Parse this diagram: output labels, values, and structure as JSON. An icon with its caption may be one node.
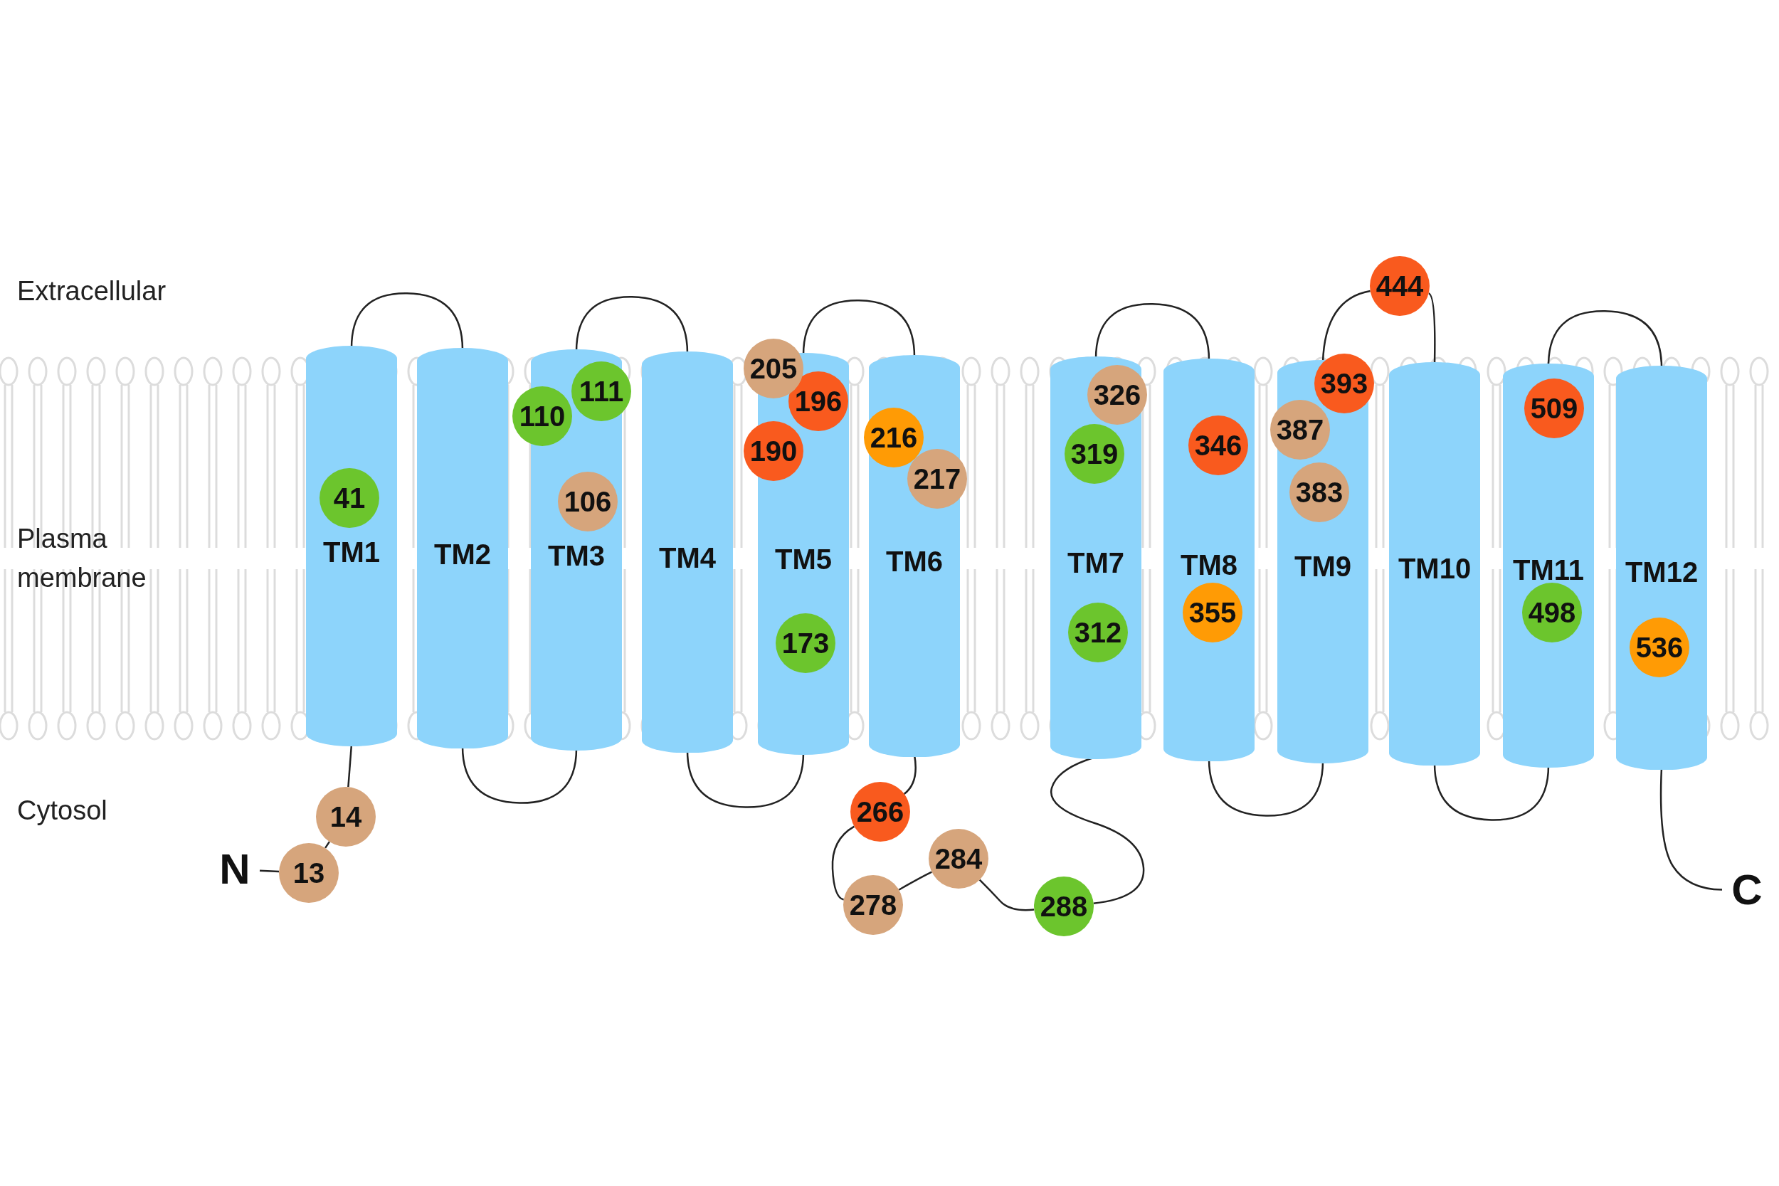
{
  "diagram": {
    "nodes": [
      {
        "text": [
          "N"
        ]
      },
      {
        "text": [
          "13"
        ]
      },
      {
        "text": [
          "14"
        ]
      },
      {
        "text": [
          "TM1"
        ]
      },
      {
        "text": [
          "41"
        ],
        "in": 3
      },
      {
        "text": [
          "TM2"
        ]
      },
      {
        "text": [
          "TM3"
        ]
      },
      {
        "text": [
          "110"
        ]
      },
      {
        "text": [
          "111"
        ]
      },
      {
        "text": [
          "106"
        ],
        "in": 6
      },
      {
        "text": [
          "TM4"
        ]
      },
      {
        "text": [
          "TM5"
        ]
      },
      {
        "text": [
          "205"
        ]
      },
      {
        "text": [
          "196"
        ],
        "in": 11
      },
      {
        "text": [
          "190"
        ]
      },
      {
        "text": [
          "173"
        ],
        "in": 11
      },
      {
        "text": [
          "TM6"
        ]
      },
      {
        "text": [
          "216"
        ]
      },
      {
        "text": [
          "217"
        ]
      },
      {
        "text": [
          "266"
        ]
      },
      {
        "text": [
          "278"
        ]
      },
      {
        "text": [
          "284"
        ]
      },
      {
        "text": [
          "288"
        ]
      },
      {
        "text": [
          "TM7"
        ]
      },
      {
        "text": [
          "326"
        ]
      },
      {
        "text": [
          "319"
        ],
        "in": 23
      },
      {
        "text": [
          "312"
        ],
        "in": 23
      },
      {
        "text": [
          "TM8"
        ]
      },
      {
        "text": [
          "346"
        ],
        "in": 27
      },
      {
        "text": [
          "355"
        ],
        "in": 27
      },
      {
        "text": [
          "TM9"
        ]
      },
      {
        "text": [
          "393"
        ]
      },
      {
        "text": [
          "387"
        ]
      },
      {
        "text": [
          "383"
        ],
        "in": 30
      },
      {
        "text": [
          "444"
        ]
      },
      {
        "text": [
          "TM10"
        ]
      },
      {
        "text": [
          "TM11"
        ]
      },
      {
        "text": [
          "509"
        ],
        "in": 36
      },
      {
        "text": [
          "498"
        ],
        "in": 36
      },
      {
        "text": [
          "TM12"
        ]
      },
      {
        "text": [
          "536"
        ],
        "in": 39
      },
      {
        "text": [
          "C"
        ]
      }
    ],
    "edges": [
      {
        "from": 0,
        "to": 1,
        "arrow": "none"
      },
      {
        "from": 1,
        "to": 2,
        "arrow": "none"
      },
      {
        "from": 2,
        "to": 3,
        "arrow": "none"
      },
      {
        "from": 3,
        "to": 5,
        "arrow": "none"
      },
      {
        "from": 5,
        "to": 6,
        "arrow": "none"
      },
      {
        "from": 6,
        "to": 10,
        "arrow": "none"
      },
      {
        "from": 10,
        "to": 11,
        "arrow": "none"
      },
      {
        "from": 11,
        "to": 16,
        "arrow": "none"
      },
      {
        "from": 16,
        "to": 19,
        "arrow": "none"
      },
      {
        "from": 19,
        "to": 20,
        "arrow": "none"
      },
      {
        "from": 20,
        "to": 21,
        "arrow": "none"
      },
      {
        "from": 21,
        "to": 22,
        "arrow": "none"
      },
      {
        "from": 22,
        "to": 23,
        "arrow": "none"
      },
      {
        "from": 23,
        "to": 27,
        "arrow": "none"
      },
      {
        "from": 27,
        "to": 30,
        "arrow": "none"
      },
      {
        "from": 30,
        "to": 34,
        "arrow": "none"
      },
      {
        "from": 34,
        "to": 35,
        "arrow": "none"
      },
      {
        "from": 35,
        "to": 36,
        "arrow": "none"
      },
      {
        "from": 36,
        "to": 39,
        "arrow": "none"
      },
      {
        "from": 39,
        "to": 41,
        "arrow": "none"
      }
    ],
    "labels": [
      "Extracellular",
      "Plasma membrane",
      "Cytosol"
    ]
  }
}
